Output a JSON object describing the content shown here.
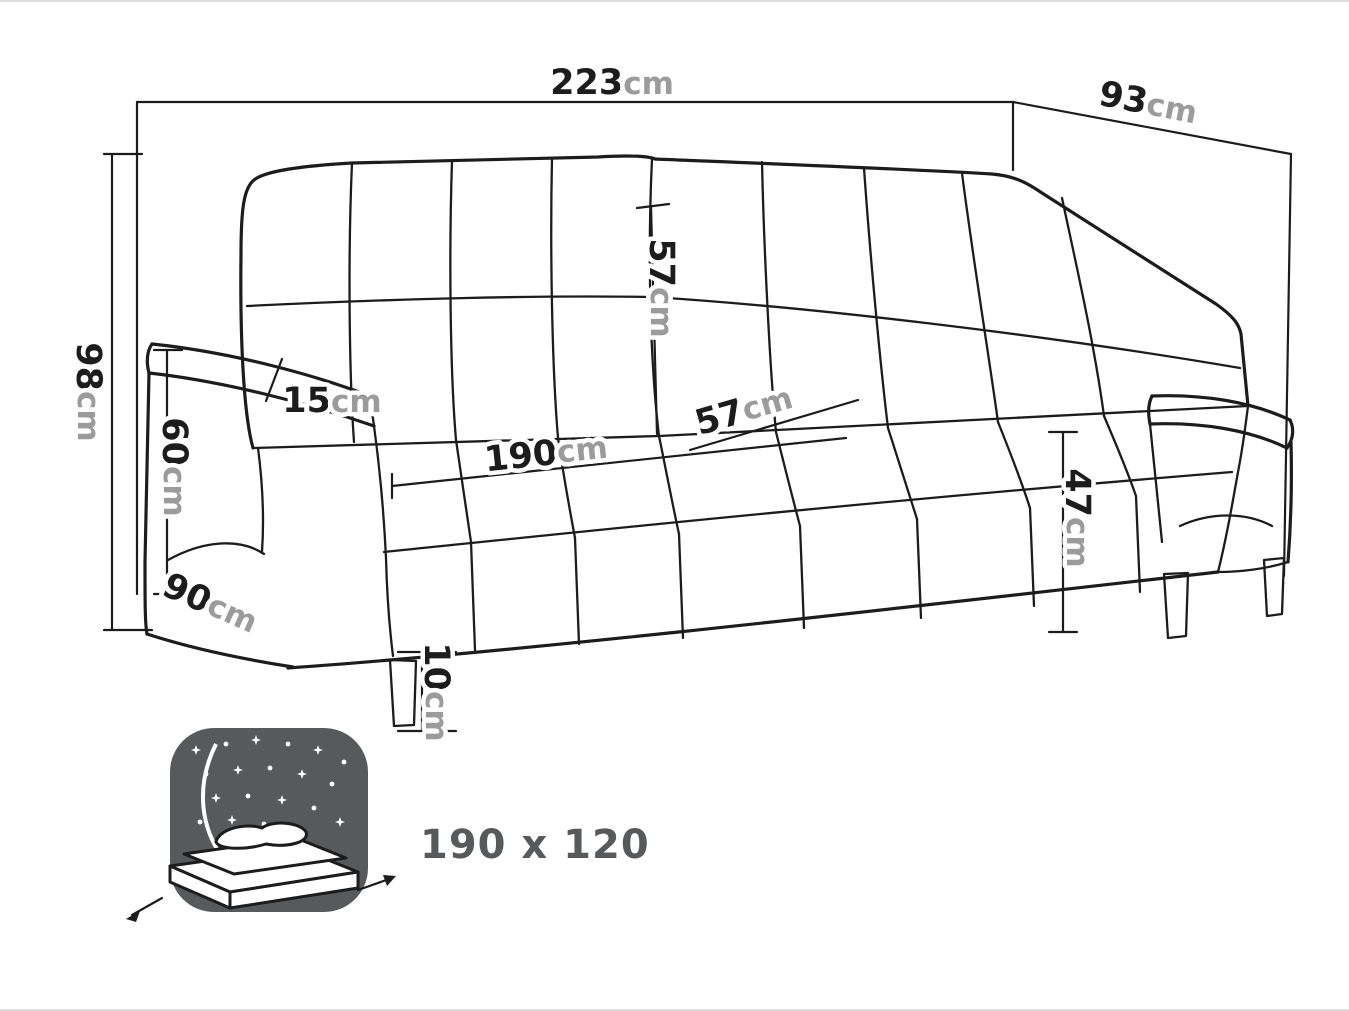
{
  "diagram_type": "sofa-bed dimensional drawing",
  "colors": {
    "line": "#1c1c1c",
    "number": "#1c1c1c",
    "unit": "#9b9b9b",
    "icon_background": "#58595b",
    "sleep_label": "#58595b",
    "background": "#ffffff"
  },
  "dimensions": {
    "overall_width": {
      "num": "223",
      "unit": "cm"
    },
    "overall_depth": {
      "num": "93",
      "unit": "cm"
    },
    "overall_height": {
      "num": "98",
      "unit": "cm"
    },
    "arm_height": {
      "num": "60",
      "unit": "cm"
    },
    "armrest_width": {
      "num": "15",
      "unit": "cm"
    },
    "base_depth": {
      "num": "90",
      "unit": "cm"
    },
    "seat_width": {
      "num": "190",
      "unit": "cm"
    },
    "backrest_height": {
      "num": "57",
      "unit": "cm"
    },
    "seat_depth": {
      "num": "57",
      "unit": "cm"
    },
    "seat_height": {
      "num": "47",
      "unit": "cm"
    },
    "leg_height": {
      "num": "10",
      "unit": "cm"
    }
  },
  "sleeping_function": {
    "bed_size": "190 x 120"
  }
}
